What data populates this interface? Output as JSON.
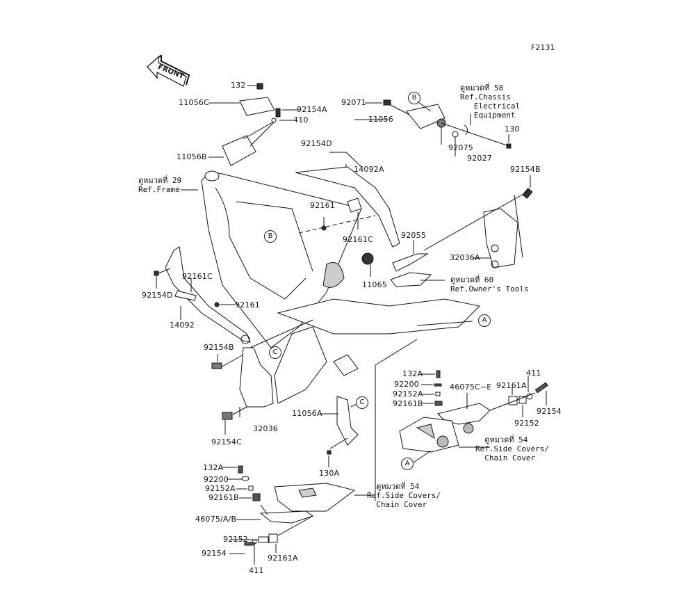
{
  "figure_id": "F2131",
  "front_label": "FRONT",
  "parts": {
    "p132": "132",
    "p11056C": "11056C",
    "p92154A": "92154A",
    "p410": "410",
    "p11056B": "11056B",
    "p92071": "92071",
    "p11056": "11056",
    "p92075": "92075",
    "p92027": "92027",
    "p130": "130",
    "p92154D_top": "92154D",
    "p14092A": "14092A",
    "p92154B_right": "92154B",
    "p92161_top": "92161",
    "p92161C_top": "92161C",
    "p92055": "92055",
    "p32036A": "32036A",
    "p11065": "11065",
    "p92154D_left": "92154D",
    "p92161C_left": "92161C",
    "p92161_left": "92161",
    "p14092": "14092",
    "p92154B_left": "92154B",
    "p32036": "32036",
    "p92154C": "92154C",
    "p11056A": "11056A",
    "p130A": "130A",
    "r_132A": "132A",
    "r_92200": "92200",
    "r_92152A": "92152A",
    "r_92161B": "92161B",
    "r_46075CE": "46075C~E",
    "r_92161A": "92161A",
    "r_411": "411",
    "r_92154": "92154",
    "r_92152": "92152",
    "l_132A": "132A",
    "l_92200": "92200",
    "l_92152A": "92152A",
    "l_92161B": "92161B",
    "l_46075AB": "46075/A/B",
    "l_92152": "92152",
    "l_92154": "92154",
    "l_411": "411",
    "l_92161A": "92161A"
  },
  "references": {
    "frame": "ดูหมวดที่ 29\nRef.Frame",
    "electrical": "ดูหมวดที่ 58\nRef.Chassis\n   Electrical\n   Equipment",
    "tools": "ดูหมวดที่ 60\nRef.Owner's Tools",
    "sidecovers_right": "  ดูหมวดที่ 54\nRef.Side Covers/\n  Chain Cover",
    "sidecovers_left": "  ดูหมวดที่ 54\nRef.Side Covers/\n  Chain Cover"
  },
  "markers": {
    "A": "A",
    "B": "B",
    "C": "C"
  }
}
